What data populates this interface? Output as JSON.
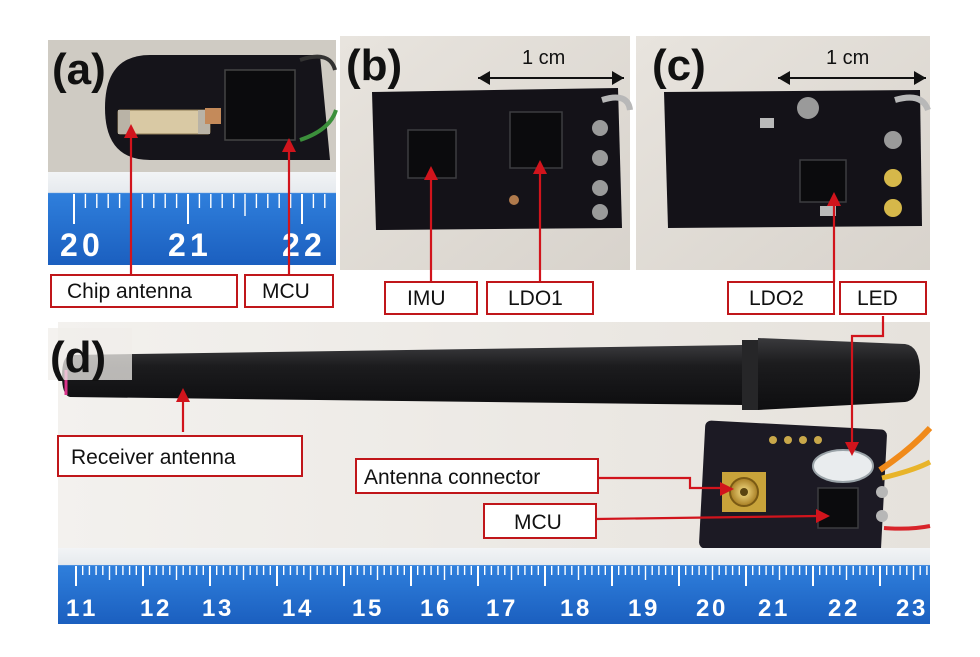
{
  "panels": {
    "a": {
      "letter": "(a)"
    },
    "b": {
      "letter": "(b)",
      "scale": "1 cm"
    },
    "c": {
      "letter": "(c)",
      "scale": "1 cm"
    },
    "d": {
      "letter": "(d)"
    }
  },
  "labels": {
    "chip_antenna": "Chip antenna",
    "mcu_a": "MCU",
    "imu": "IMU",
    "ldo1": "LDO1",
    "ldo2": "LDO2",
    "led": "LED",
    "receiver_antenna": "Receiver antenna",
    "antenna_connector": "Antenna connector",
    "mcu_d": "MCU"
  },
  "rulers": {
    "a": [
      "2",
      "0",
      "2",
      "1",
      "2",
      "2"
    ],
    "d": [
      "1",
      "1",
      "1",
      "2",
      "1",
      "3",
      "1",
      "4",
      "1",
      "5",
      "1",
      "6",
      "1",
      "7",
      "1",
      "8",
      "1",
      "9",
      "2",
      "0",
      "2",
      "1",
      "2",
      "2",
      "2",
      "3"
    ]
  },
  "colors": {
    "callout_border": "#c0161a",
    "arrow": "#d1141c",
    "ruler_blue": "#1d6fd0",
    "board": "#141218",
    "antenna_body": "#1e1e20"
  }
}
